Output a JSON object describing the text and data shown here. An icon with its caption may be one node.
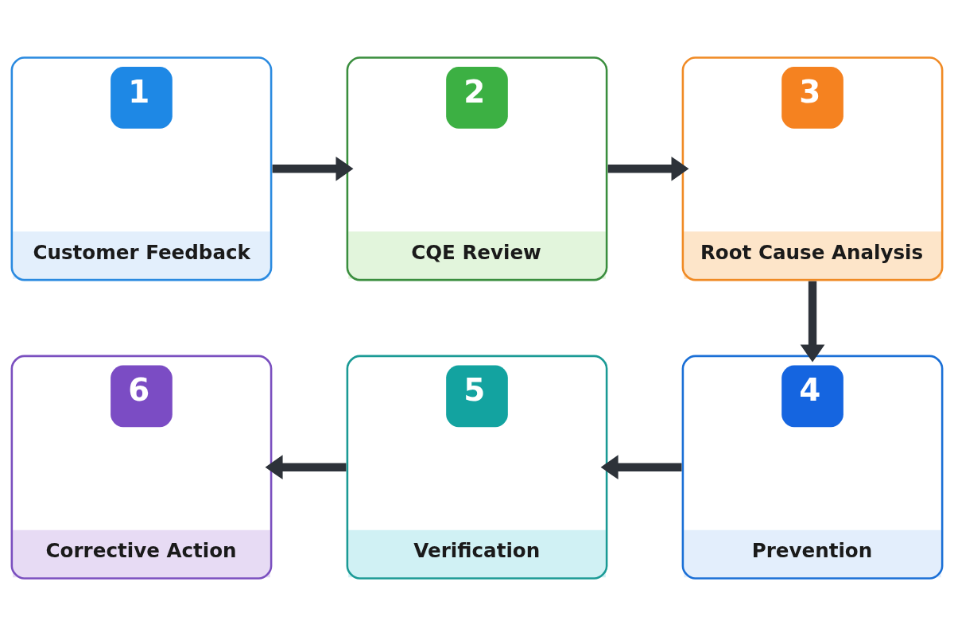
{
  "diagram": {
    "nodes": [
      {
        "text": [
          "1",
          "Customer Feedback"
        ]
      },
      {
        "text": [
          "2",
          "CQE Review"
        ]
      },
      {
        "text": [
          "3",
          "Root Cause Analysis"
        ]
      },
      {
        "text": [
          "4",
          "Prevention"
        ]
      },
      {
        "text": [
          "5",
          "Verification"
        ]
      },
      {
        "text": [
          "6",
          "Corrective Action"
        ]
      }
    ],
    "edges": [
      {
        "from": 0,
        "to": 1,
        "arrow": "to"
      },
      {
        "from": 1,
        "to": 2,
        "arrow": "to"
      },
      {
        "from": 2,
        "to": 3,
        "arrow": "to"
      },
      {
        "from": 3,
        "to": 4,
        "arrow": "to"
      },
      {
        "from": 4,
        "to": 5,
        "arrow": "to"
      }
    ]
  }
}
